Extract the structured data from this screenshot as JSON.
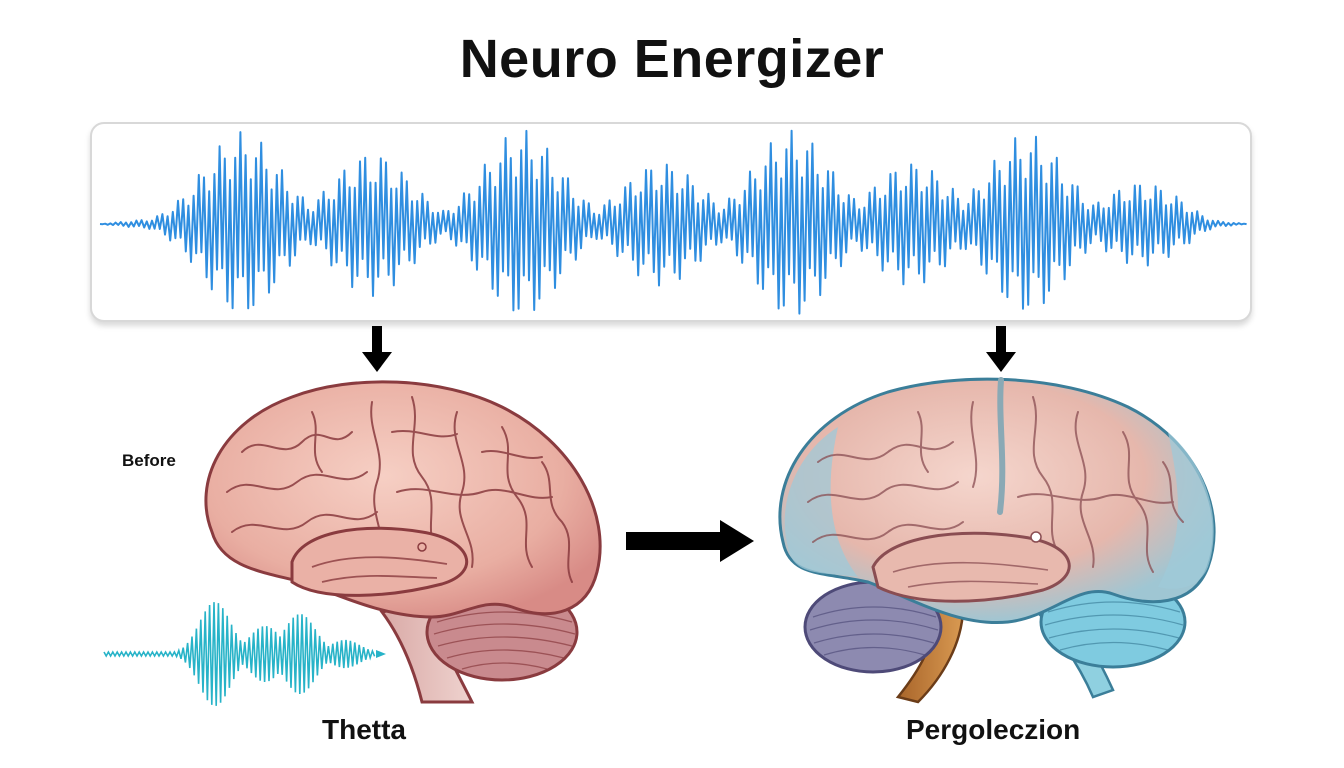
{
  "title": "Neuro Energizer",
  "labels": {
    "before": "Before",
    "left_caption": "Thetta",
    "right_caption": "Pergoleczion"
  },
  "colors": {
    "wave_main": "#2f8ee0",
    "wave_small": "#27b3c8",
    "brain_pink": "#e9aea2",
    "brain_outline": "#8a3b3f",
    "brain_blue": "#7cc0d4",
    "cerebellum_left": "#c98a8e",
    "cerebellum_right_blue": "#7fcbe0",
    "cerebellum_right_purple": "#8d8ab0",
    "brainstem_orange": "#c8843a",
    "arrow": "#000000"
  }
}
